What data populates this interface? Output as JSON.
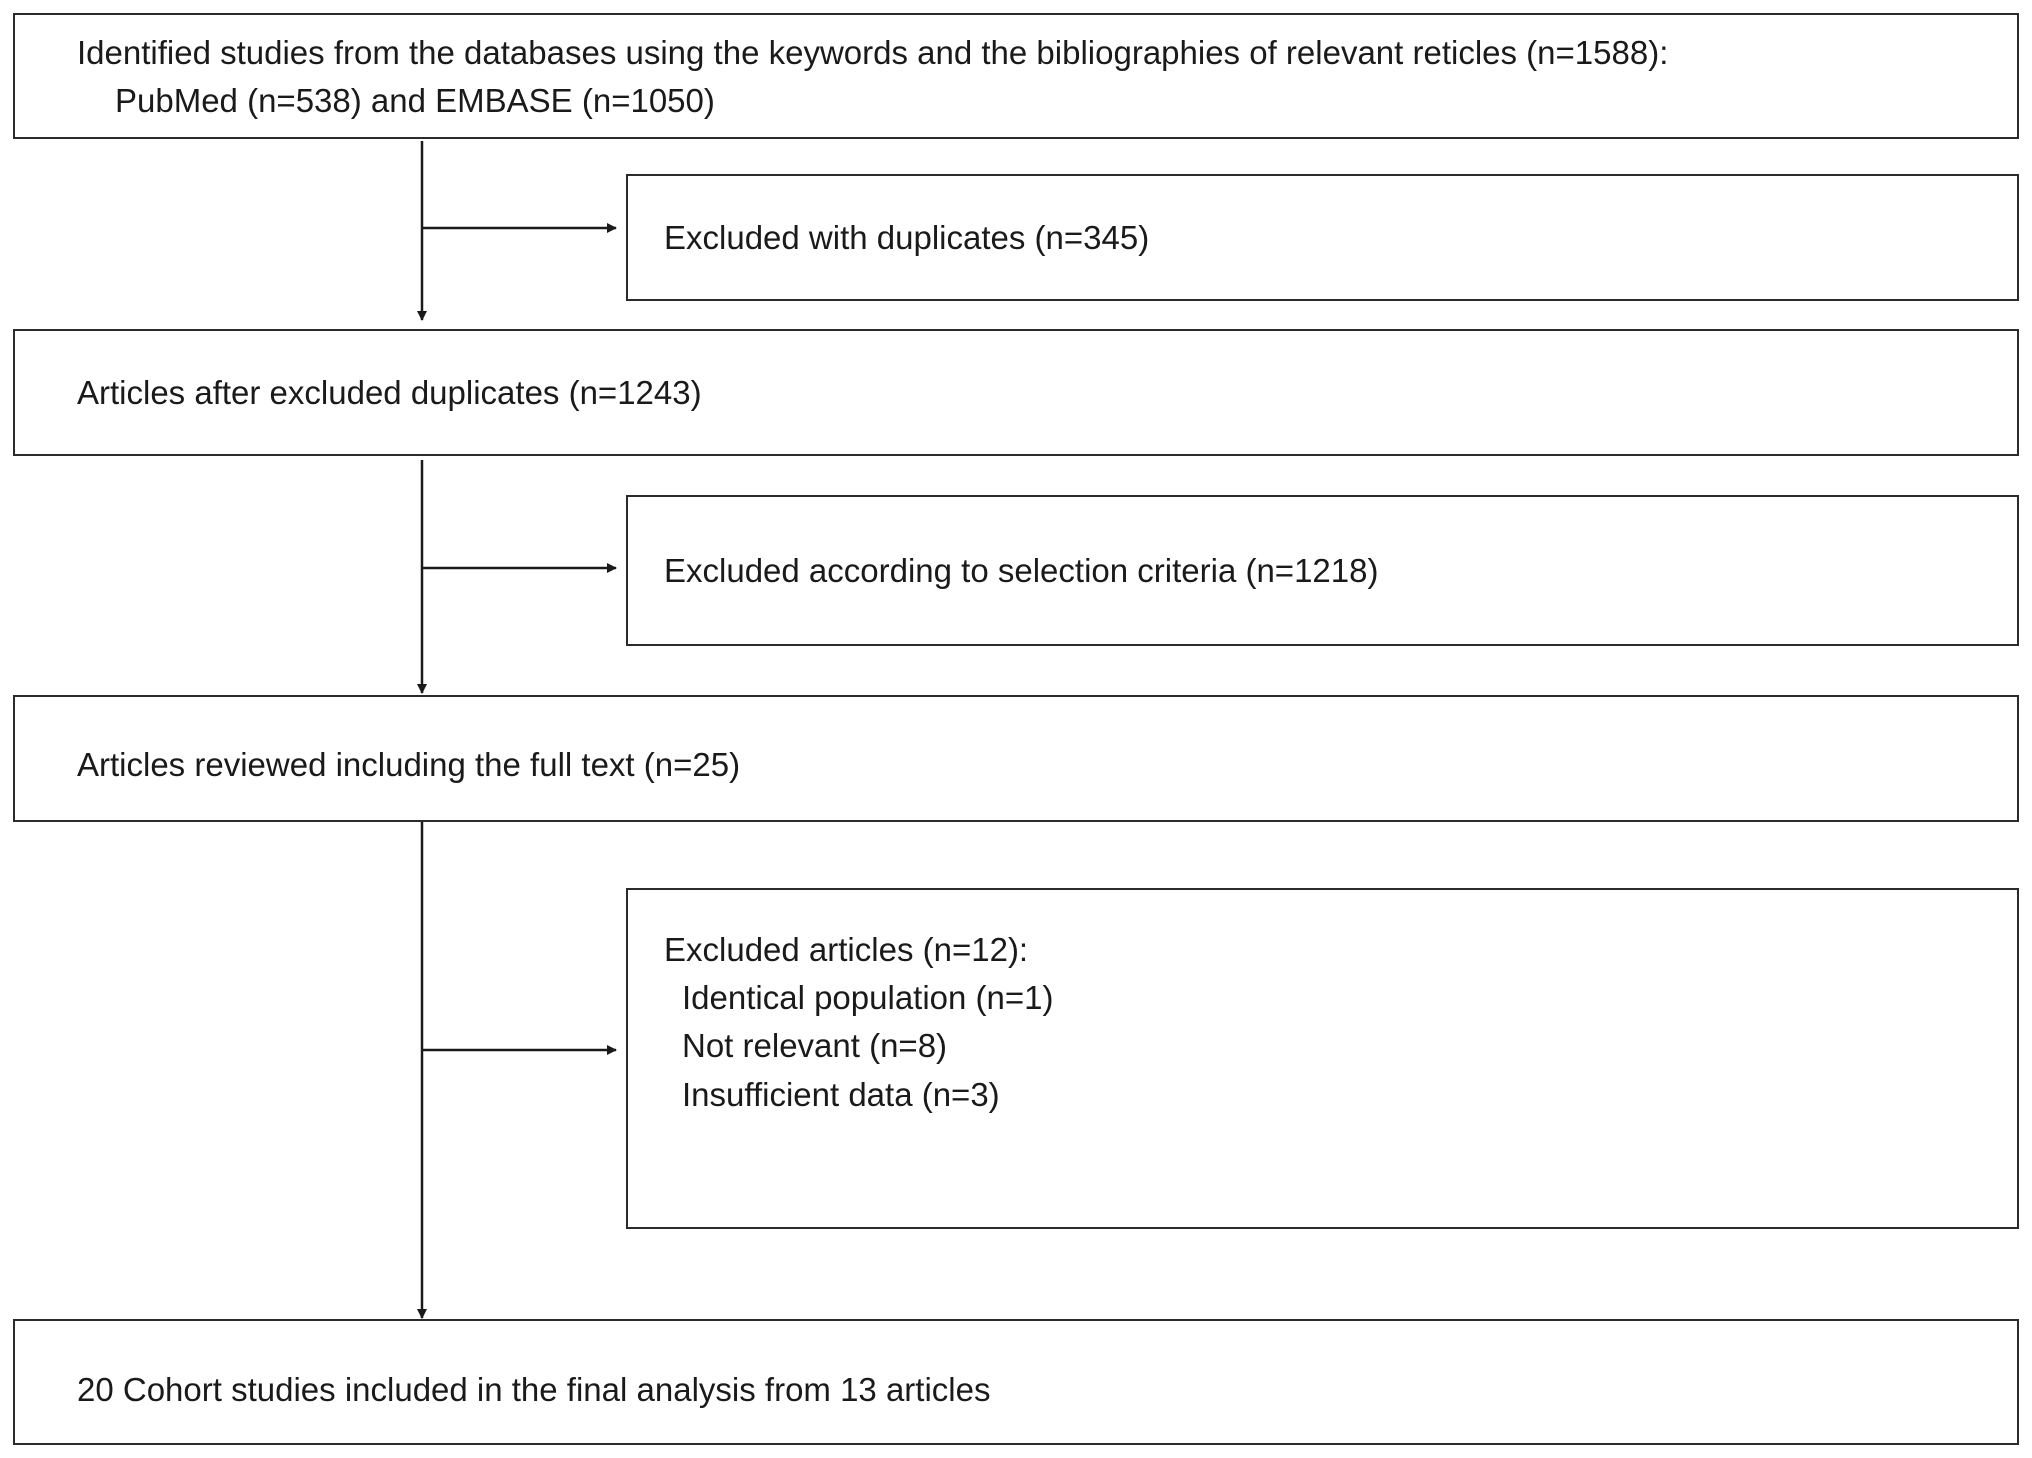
{
  "boxes": {
    "identified": {
      "line1": "Identified studies from the databases using the keywords and the bibliographies of relevant reticles (n=1588):",
      "line2": "PubMed (n=538) and EMBASE (n=1050)"
    },
    "duplicates_excluded": {
      "text": "Excluded with duplicates (n=345)"
    },
    "after_duplicates": {
      "text": "Articles after excluded duplicates (n=1243)"
    },
    "selection_excluded": {
      "text": "Excluded according to selection criteria (n=1218)"
    },
    "full_text_review": {
      "text": "Articles reviewed including the full text (n=25)"
    },
    "excluded_articles": {
      "title": "Excluded articles (n=12):",
      "items": [
        "Identical population (n=1)",
        "Not relevant (n=8)",
        "Insufficient data (n=3)"
      ]
    },
    "final": {
      "text": "20 Cohort studies included in the final analysis from 13 articles"
    }
  }
}
